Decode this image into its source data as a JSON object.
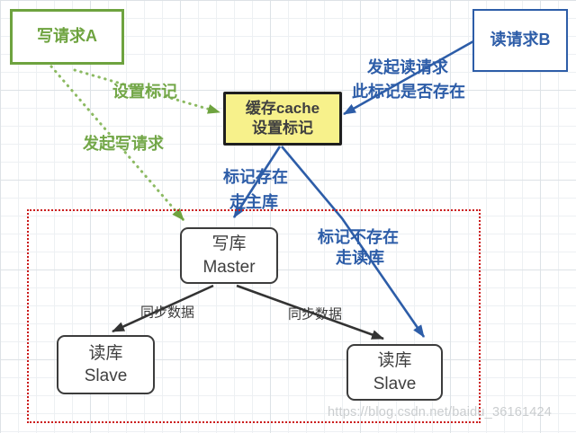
{
  "diagram": {
    "nodes": {
      "write_request": {
        "label": "写请求A"
      },
      "read_request": {
        "label": "读请求B"
      },
      "cache": {
        "line1": "缓存cache",
        "line2": "设置标记"
      },
      "master": {
        "line1": "写库",
        "line2": "Master"
      },
      "slave_left": {
        "line1": "读库",
        "line2": "Slave"
      },
      "slave_right": {
        "line1": "读库",
        "line2": "Slave"
      }
    },
    "edge_labels": {
      "set_flag": "设置标记",
      "initiate_write": "发起写请求",
      "initiate_read_1": "发起读请求",
      "initiate_read_2": "此标记是否存在",
      "flag_exists_1": "标记存在",
      "flag_exists_2": "走主库",
      "flag_missing_1": "标记不存在",
      "flag_missing_2": "走读库",
      "sync_data_left": "同步数据",
      "sync_data_right": "同步数据"
    },
    "colors": {
      "green": "#6ea33f",
      "blue": "#2d5da8",
      "yellow_fill": "#f7f18b",
      "node_border": "#3c3c3c",
      "red_boundary": "#cb1b1b",
      "text_dark": "#3f3f3f",
      "watermark_gray": "#c5c8ca"
    },
    "watermark": "https://blog.csdn.net/baidu_36161424"
  }
}
